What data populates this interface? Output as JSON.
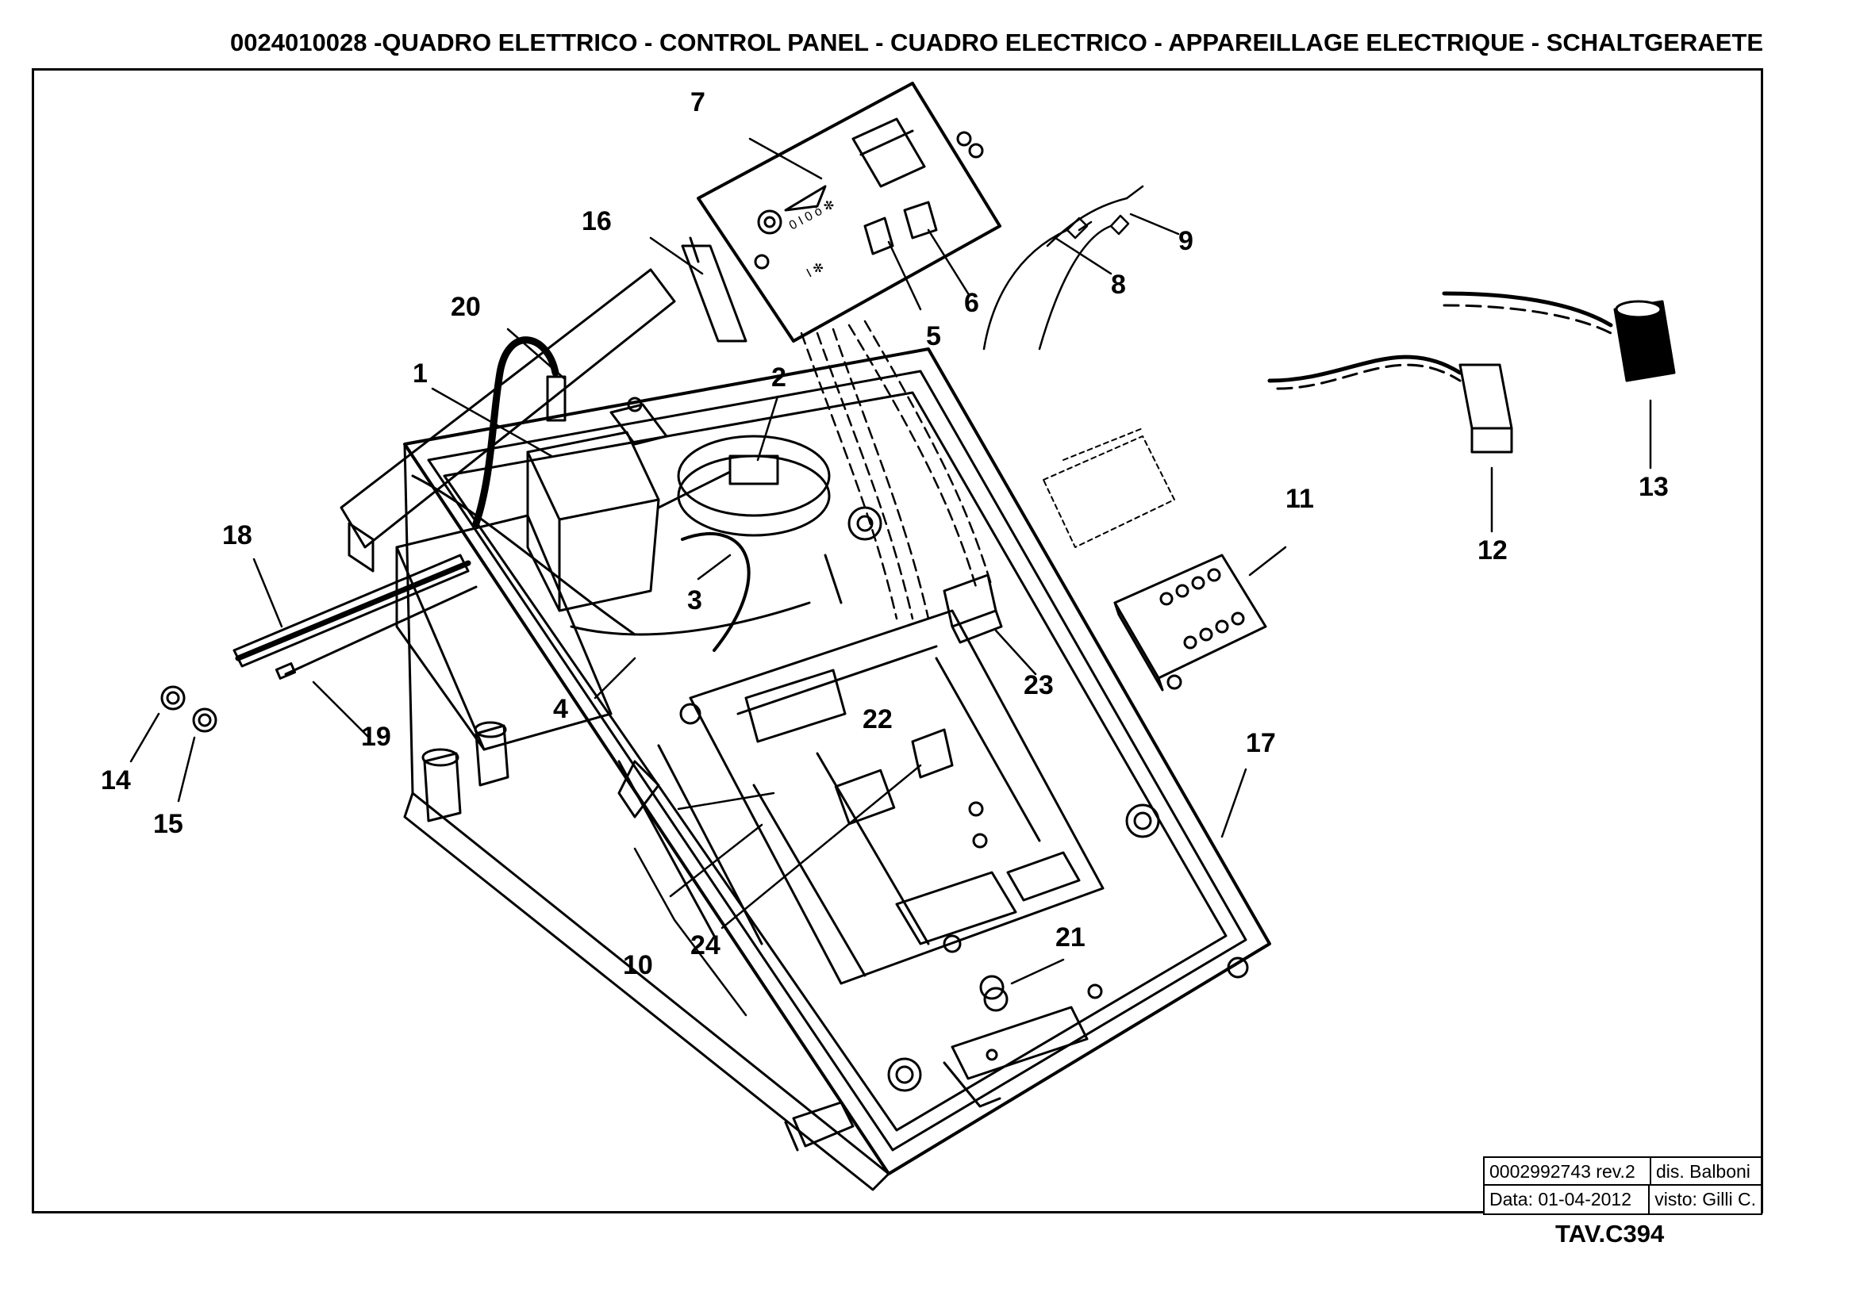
{
  "title": "0024010028 -QUADRO ELETTRICO - CONTROL PANEL - CUADRO ELECTRICO - APPAREILLAGE ELECTRIQUE - SCHALTGERAETE",
  "callouts": [
    "1",
    "2",
    "3",
    "4",
    "5",
    "6",
    "7",
    "8",
    "9",
    "10",
    "11",
    "12",
    "13",
    "14",
    "15",
    "16",
    "17",
    "18",
    "19",
    "20",
    "21",
    "22",
    "23",
    "24"
  ],
  "panel_labels": {
    "switch_marks": "0 I 0 ó ✻",
    "lower_marks": "I  ✻"
  },
  "title_block": {
    "drawing_number": "0002992743 rev.2",
    "designer": "dis. Balboni",
    "date": "Data: 01-04-2012",
    "checked": "visto: Gilli C."
  },
  "sheet_id": "TAV.C394",
  "colors": {
    "ink": "#000000",
    "paper": "#ffffff"
  }
}
